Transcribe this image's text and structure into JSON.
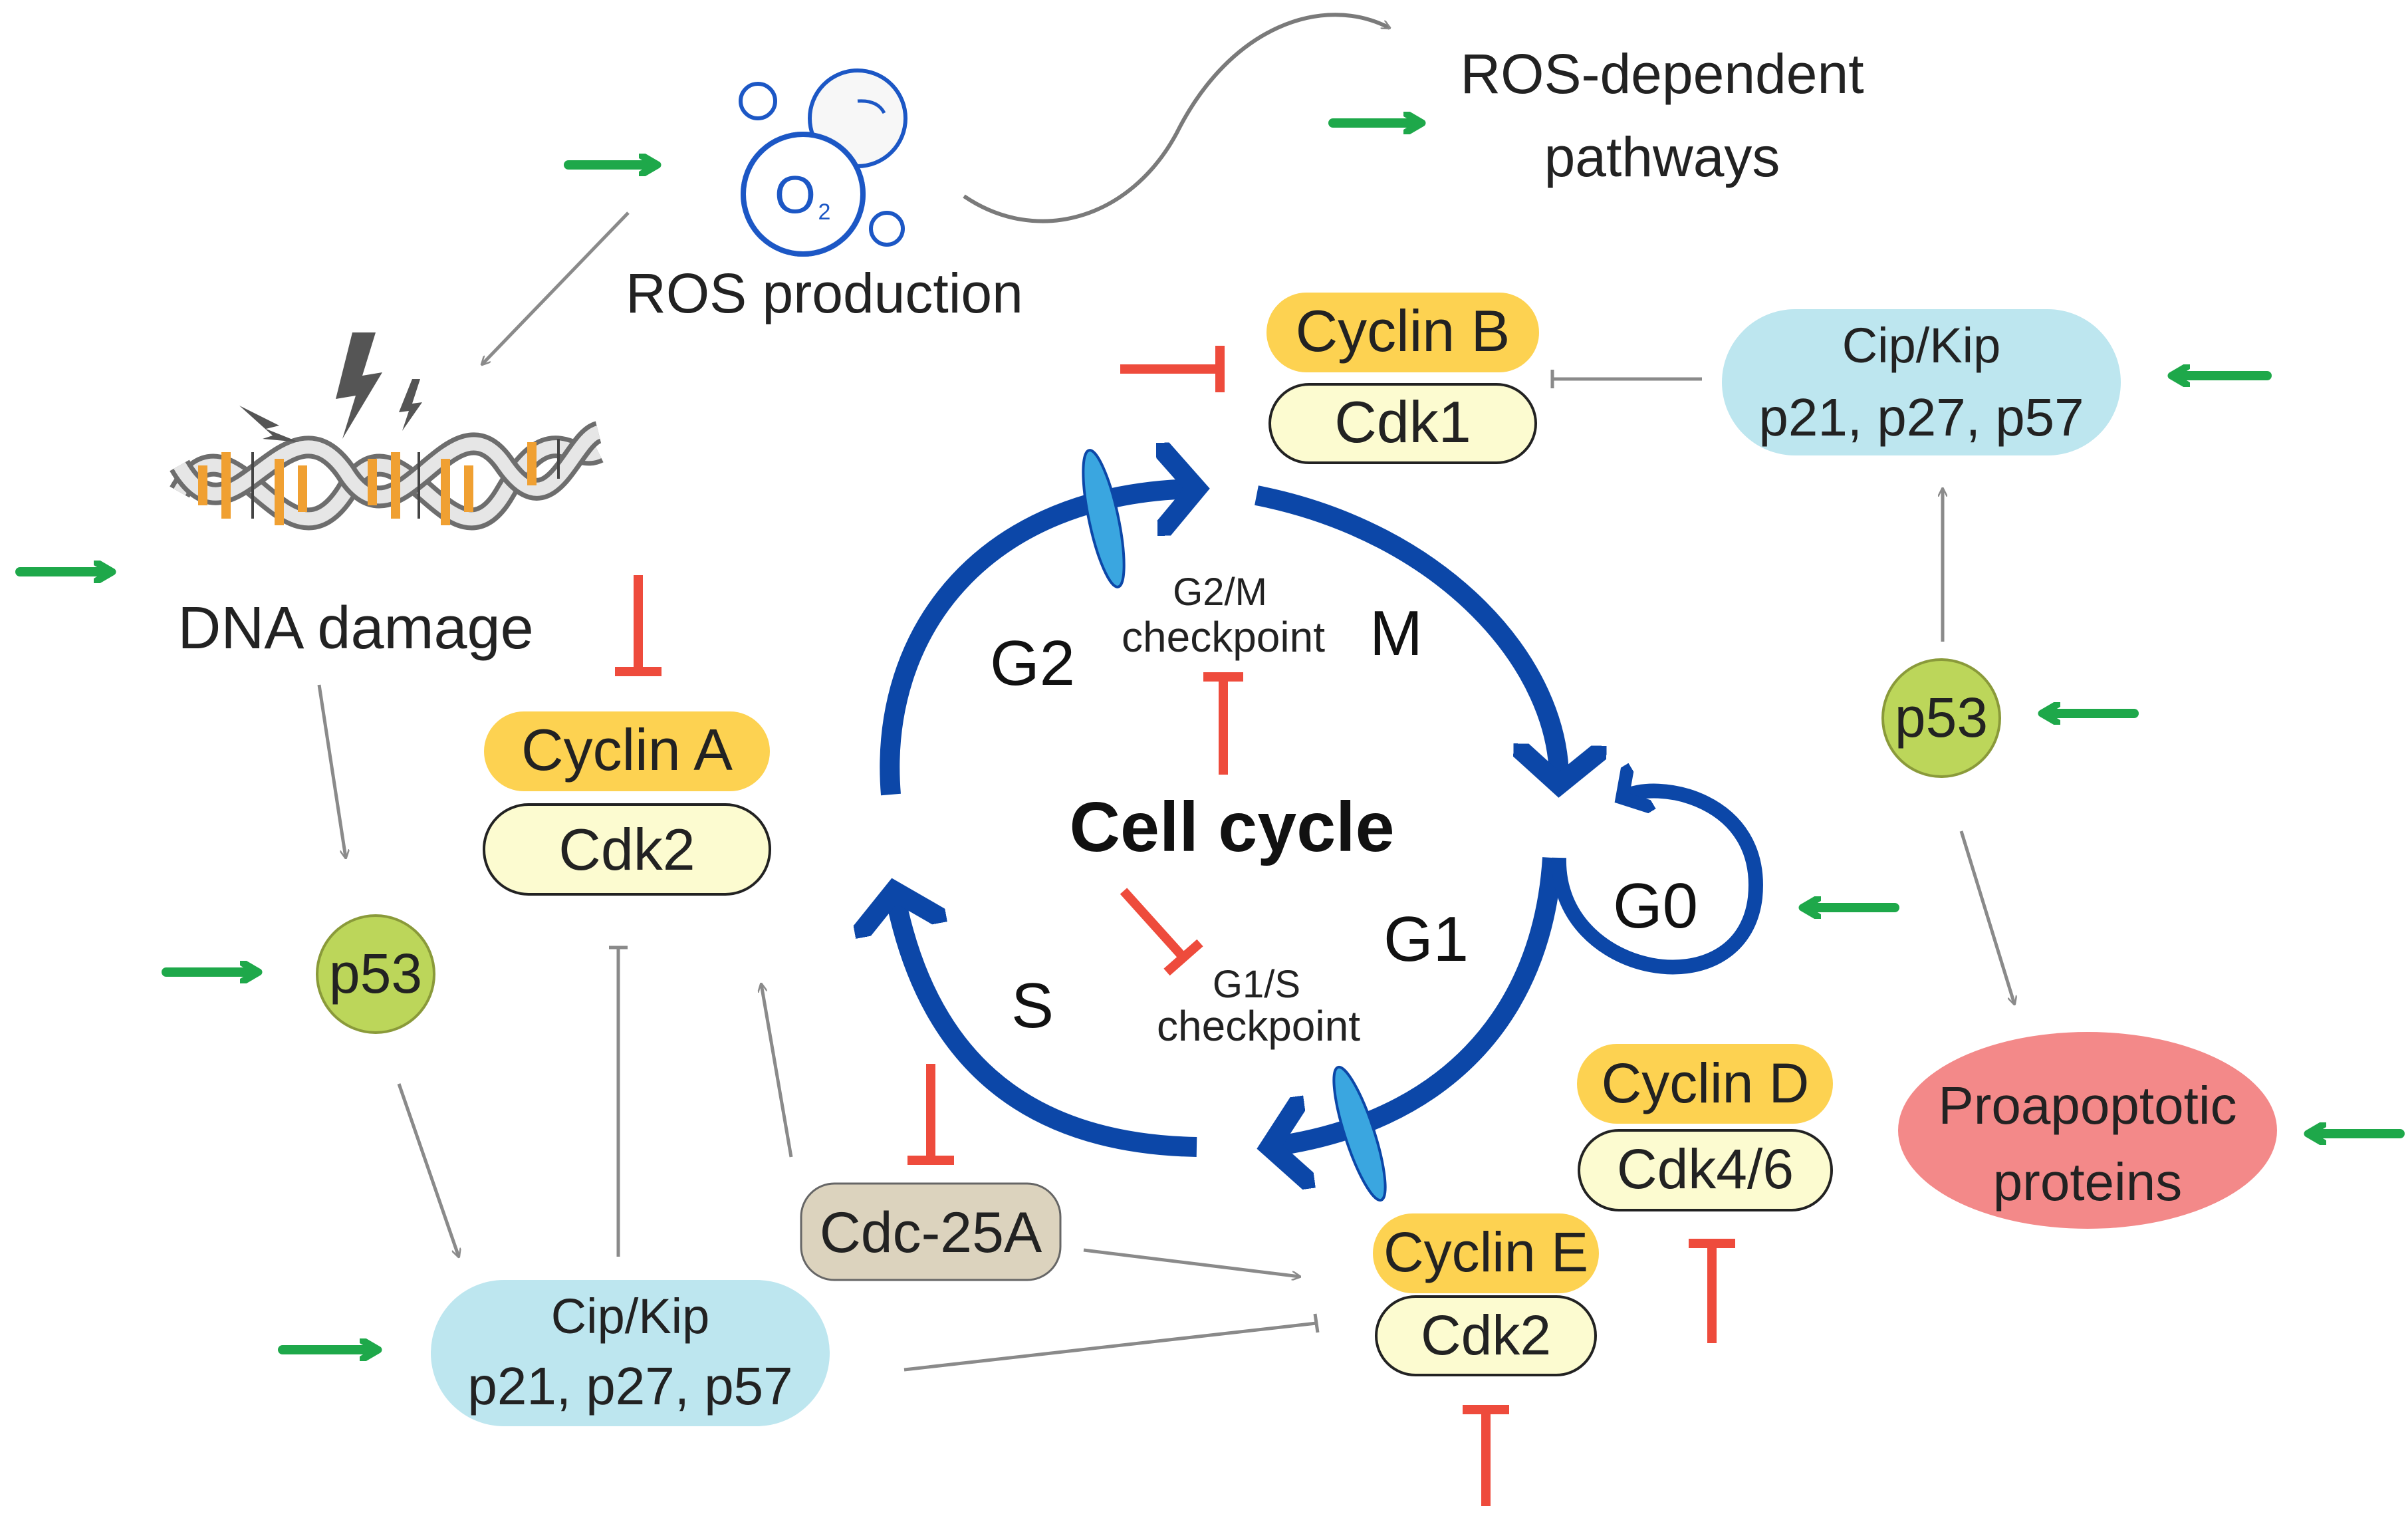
{
  "labels": {
    "ros_production": "ROS production",
    "ros_dependent_line1": "ROS-dependent",
    "ros_dependent_line2": "pathways",
    "o2_symbol": "O",
    "o2_subscript": "2",
    "dna_damage": "DNA damage",
    "cell_cycle": "Cell cycle",
    "g2m_line1": "G2/M",
    "g2m_line2": "checkpoint",
    "g1s_line1": "G1/S",
    "g1s_line2": "checkpoint"
  },
  "phases": {
    "g2": "G2",
    "m": "M",
    "g1": "G1",
    "s": "S",
    "g0": "G0"
  },
  "complexes": {
    "cyclin_b": {
      "cyclin": "Cyclin B",
      "cdk": "Cdk1"
    },
    "cyclin_a": {
      "cyclin": "Cyclin A",
      "cdk": "Cdk2"
    },
    "cyclin_d": {
      "cyclin": "Cyclin D",
      "cdk": "Cdk4/6"
    },
    "cyclin_e": {
      "cyclin": "Cyclin E",
      "cdk": "Cdk2"
    }
  },
  "proteins": {
    "p53_left": "p53",
    "p53_right": "p53",
    "cipkip_top_line1": "Cip/Kip",
    "cipkip_top_line2": "p21, p27, p57",
    "cipkip_bottom_line1": "Cip/Kip",
    "cipkip_bottom_line2": "p21, p27, p57",
    "cdc25a": "Cdc-25A",
    "proapoptotic_line1": "Proapoptotic",
    "proapoptotic_line2": "proteins"
  },
  "colors": {
    "cycle_blue": "#0c47a8",
    "checkpoint_blue": "#3aa6e0",
    "cyclin_yellow": "#fdd251",
    "cdk_cream": "#fcfbd0",
    "cipkip_blue": "#bde6ef",
    "p53_green": "#bcd65a",
    "cdc25a_tan": "#dcd3be",
    "proapoptotic_red": "#f38989",
    "activate_green": "#1ea84a",
    "inhibit_red": "#ee4b3c",
    "connector_gray": "#8a8a8a"
  }
}
